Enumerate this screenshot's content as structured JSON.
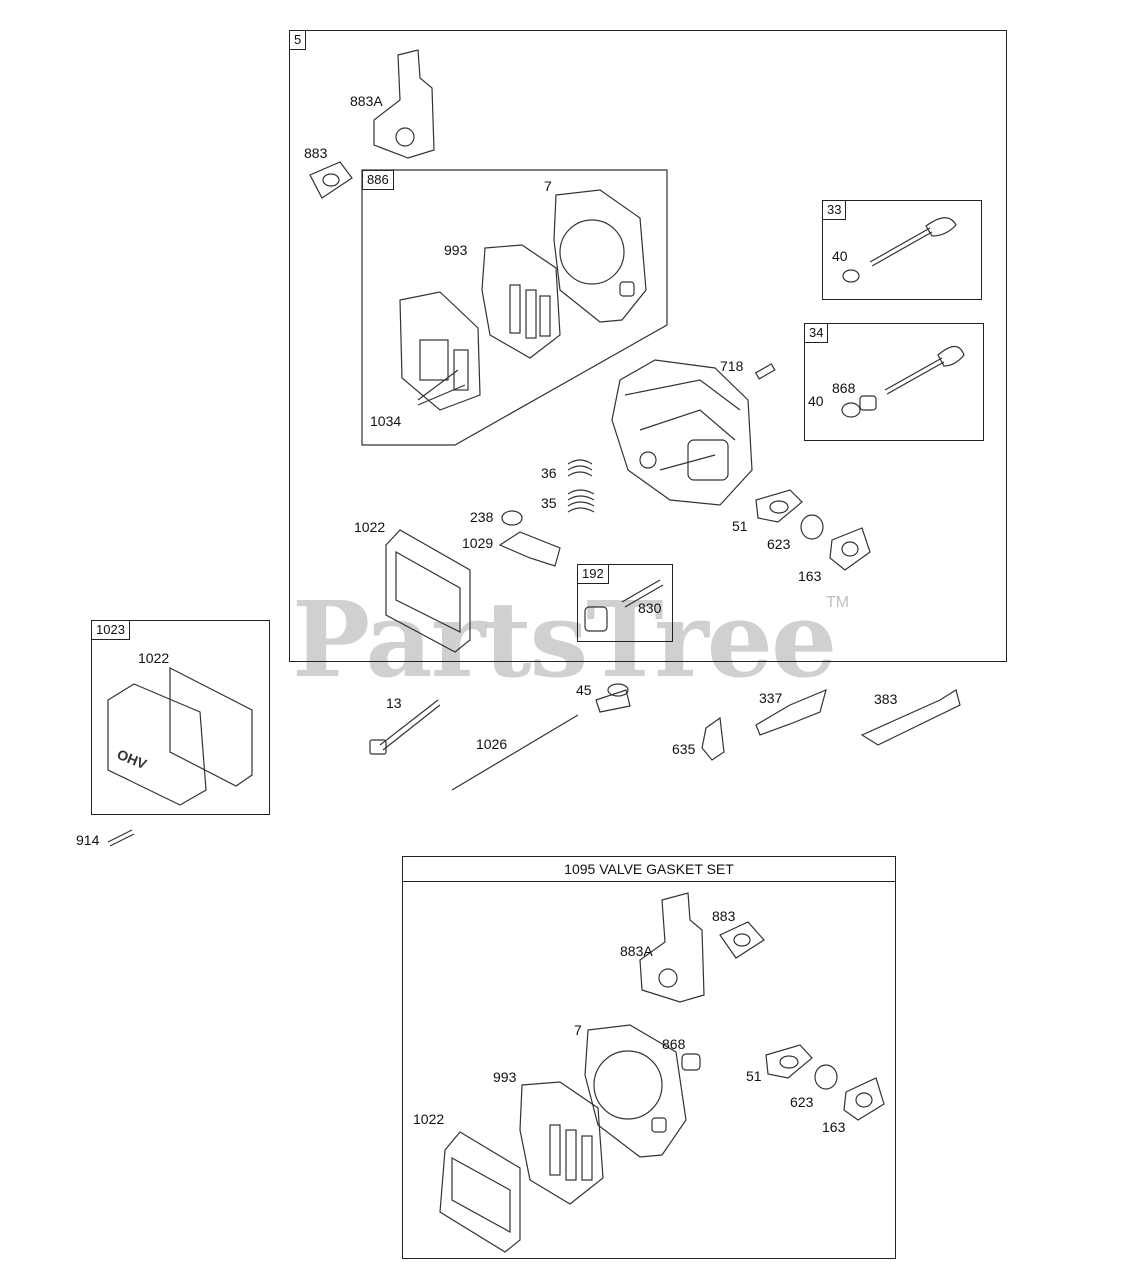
{
  "boxes": {
    "main": "5",
    "gasket_kit": "886",
    "valve_exhaust": "33",
    "valve_intake": "34",
    "rocker_cover": "1023",
    "pin_kit": "192"
  },
  "gasket_set_title": "1095 VALVE GASKET SET",
  "labels": {
    "p883A_top": "883A",
    "p883_top": "883",
    "p7_top": "7",
    "p993_top": "993",
    "p1034": "1034",
    "p40_a": "40",
    "p40_b": "40",
    "p868_top": "868",
    "p718": "718",
    "p36": "36",
    "p35": "35",
    "p238": "238",
    "p1029": "1029",
    "p1022_top": "1022",
    "p51_top": "51",
    "p623_top": "623",
    "p163_top": "163",
    "p830": "830",
    "p1022_cover": "1022",
    "p914": "914",
    "p13": "13",
    "p45": "45",
    "p1026": "1026",
    "p635": "635",
    "p337": "337",
    "p383": "383",
    "k883": "883",
    "k883A": "883A",
    "k7": "7",
    "k868": "868",
    "k993": "993",
    "k51": "51",
    "k623": "623",
    "k163": "163",
    "k1022": "1022"
  },
  "watermark": {
    "brand": "PartsTree",
    "trademark": "TM"
  },
  "cover_text": "OHV"
}
